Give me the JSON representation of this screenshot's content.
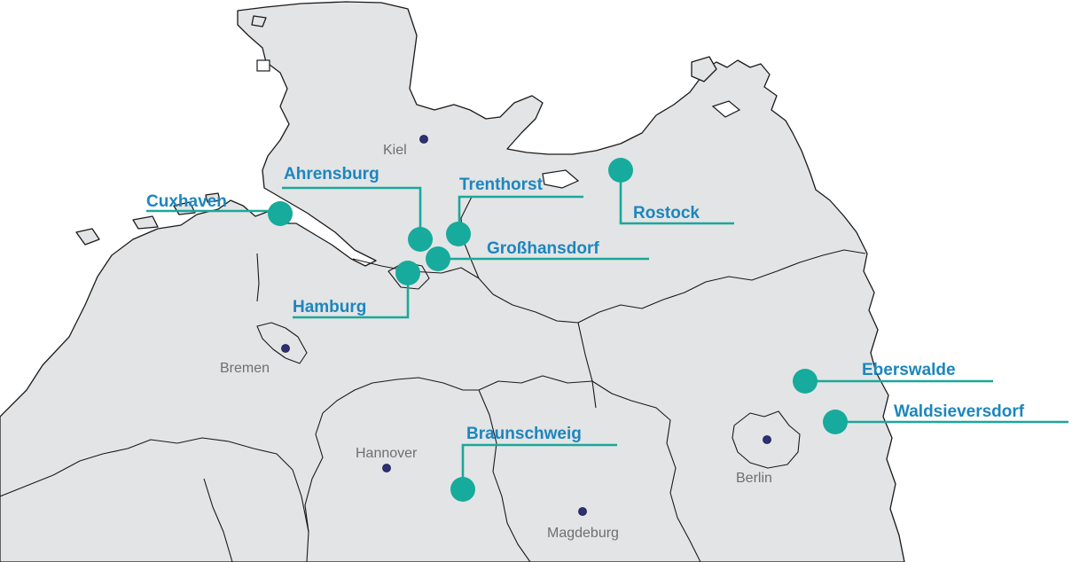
{
  "sites": [
    {
      "id": "cuxhaven",
      "label": "Cuxhaven"
    },
    {
      "id": "ahrensburg",
      "label": "Ahrensburg"
    },
    {
      "id": "trenthorst",
      "label": "Trenthorst"
    },
    {
      "id": "rostock",
      "label": "Rostock"
    },
    {
      "id": "grosshansdorf",
      "label": "Großhansdorf"
    },
    {
      "id": "hamburg",
      "label": "Hamburg"
    },
    {
      "id": "eberswalde",
      "label": "Eberswalde"
    },
    {
      "id": "waldsieversdorf",
      "label": "Waldsieversdorf"
    },
    {
      "id": "braunschweig",
      "label": "Braunschweig"
    }
  ],
  "cities": [
    {
      "id": "kiel",
      "label": "Kiel"
    },
    {
      "id": "bremen",
      "label": "Bremen"
    },
    {
      "id": "hannover",
      "label": "Hannover"
    },
    {
      "id": "magdeburg",
      "label": "Magdeburg"
    },
    {
      "id": "berlin",
      "label": "Berlin"
    }
  ],
  "colors": {
    "marker": "#16ab9c",
    "leader": "#1aa89a",
    "site_label": "#1c86bd",
    "city_label": "#6f6f6f",
    "capital_dot": "#2e2f7a",
    "land": "#e3e4e6"
  }
}
